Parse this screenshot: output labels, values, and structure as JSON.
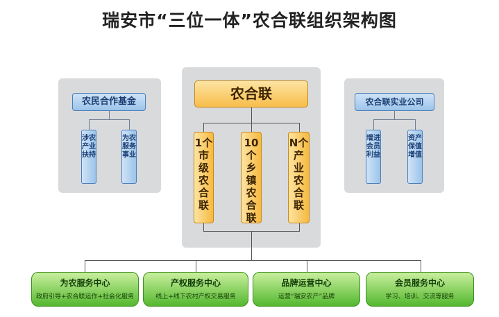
{
  "title": "瑞安市“三位一体”农合联组织架构图",
  "center": {
    "top_label": "农合联",
    "members": [
      "1个市级农合联",
      "10个乡镇农合联",
      "N个产业农合联"
    ]
  },
  "left": {
    "top_label": "农民合作基金",
    "children": [
      "涉农产业扶持",
      "为农服务事业"
    ]
  },
  "right": {
    "top_label": "农合联实业公司",
    "children": [
      "增进会员利益",
      "资产保值增值"
    ]
  },
  "centers": [
    {
      "title": "为农服务中心",
      "desc": "政府引导+农合联运作+社会化服务"
    },
    {
      "title": "产权服务中心",
      "desc": "线上+线下农村产权交易服务"
    },
    {
      "title": "品牌运营中心",
      "desc": "运营“瑞安农产”品牌"
    },
    {
      "title": "会员服务中心",
      "desc": "学习、培训、交流等服务"
    }
  ],
  "colors": {
    "panel": "#d9dadc",
    "blue": "#9cc4ea",
    "orange": "#f7bd4a",
    "green": "#54b82f"
  }
}
